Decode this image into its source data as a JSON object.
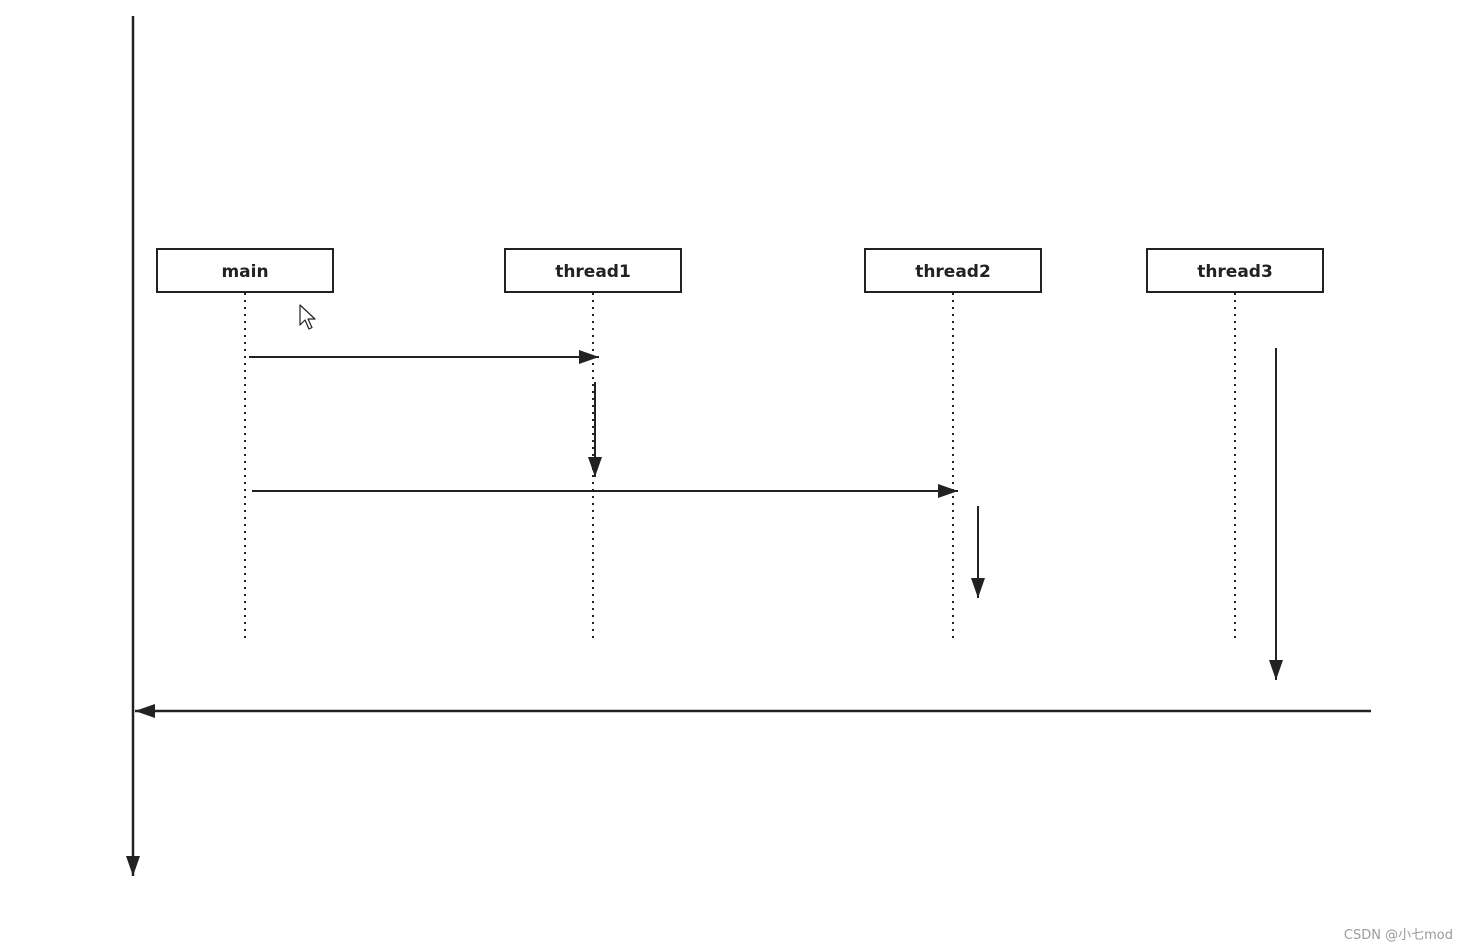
{
  "diagram": {
    "lifelines": [
      {
        "id": "main",
        "label": "main"
      },
      {
        "id": "thread1",
        "label": "thread1"
      },
      {
        "id": "thread2",
        "label": "thread2"
      },
      {
        "id": "thread3",
        "label": "thread3"
      }
    ],
    "messages": [
      {
        "from": "main",
        "to": "thread1"
      },
      {
        "from": "main",
        "to": "thread2"
      }
    ],
    "colors": {
      "stroke": "#222222",
      "background": "#ffffff",
      "watermark": "#9a9a9a"
    }
  },
  "watermark": "CSDN @小七mod"
}
